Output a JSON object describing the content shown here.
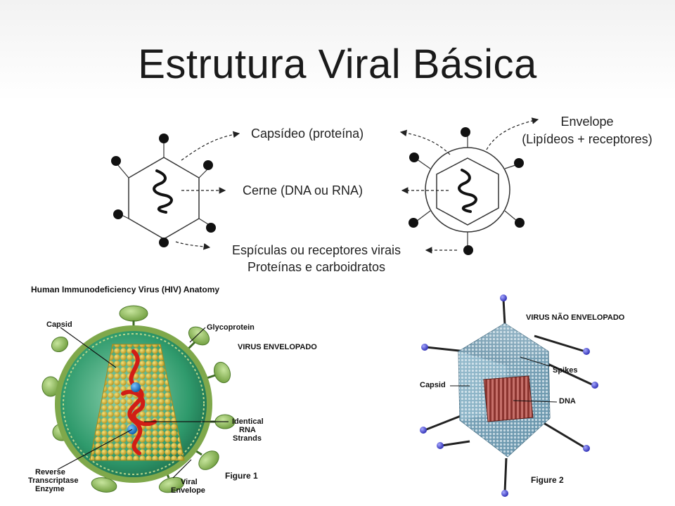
{
  "title": "Estrutura Viral Básica",
  "schematic": {
    "capsideo": "Capsídeo (proteína)",
    "cerne": "Cerne (DNA ou RNA)",
    "espiculas_line1": "Espículas ou receptores virais",
    "espiculas_line2": "Proteínas e carboidratos",
    "envelope_line1": "Envelope",
    "envelope_line2": "(Lipídeos + receptores)"
  },
  "hiv": {
    "figure_title": "Human Immunodeficiency Virus (HIV) Anatomy",
    "capsid": "Capsid",
    "glycoprotein": "Glycoprotein",
    "tag": "VIRUS ENVELOPADO",
    "rna_line1": "Identical",
    "rna_line2": "RNA",
    "rna_line3": "Strands",
    "rt_line1": "Reverse",
    "rt_line2": "Transcriptase",
    "rt_line3": "Enzyme",
    "env_line1": "Viral",
    "env_line2": "Envelope",
    "caption": "Figure 1"
  },
  "adeno": {
    "tag": "VIRUS NÃO ENVELOPADO",
    "spikes": "Spikes",
    "capsid": "Capsid",
    "dna": "DNA",
    "caption": "Figure 2"
  }
}
